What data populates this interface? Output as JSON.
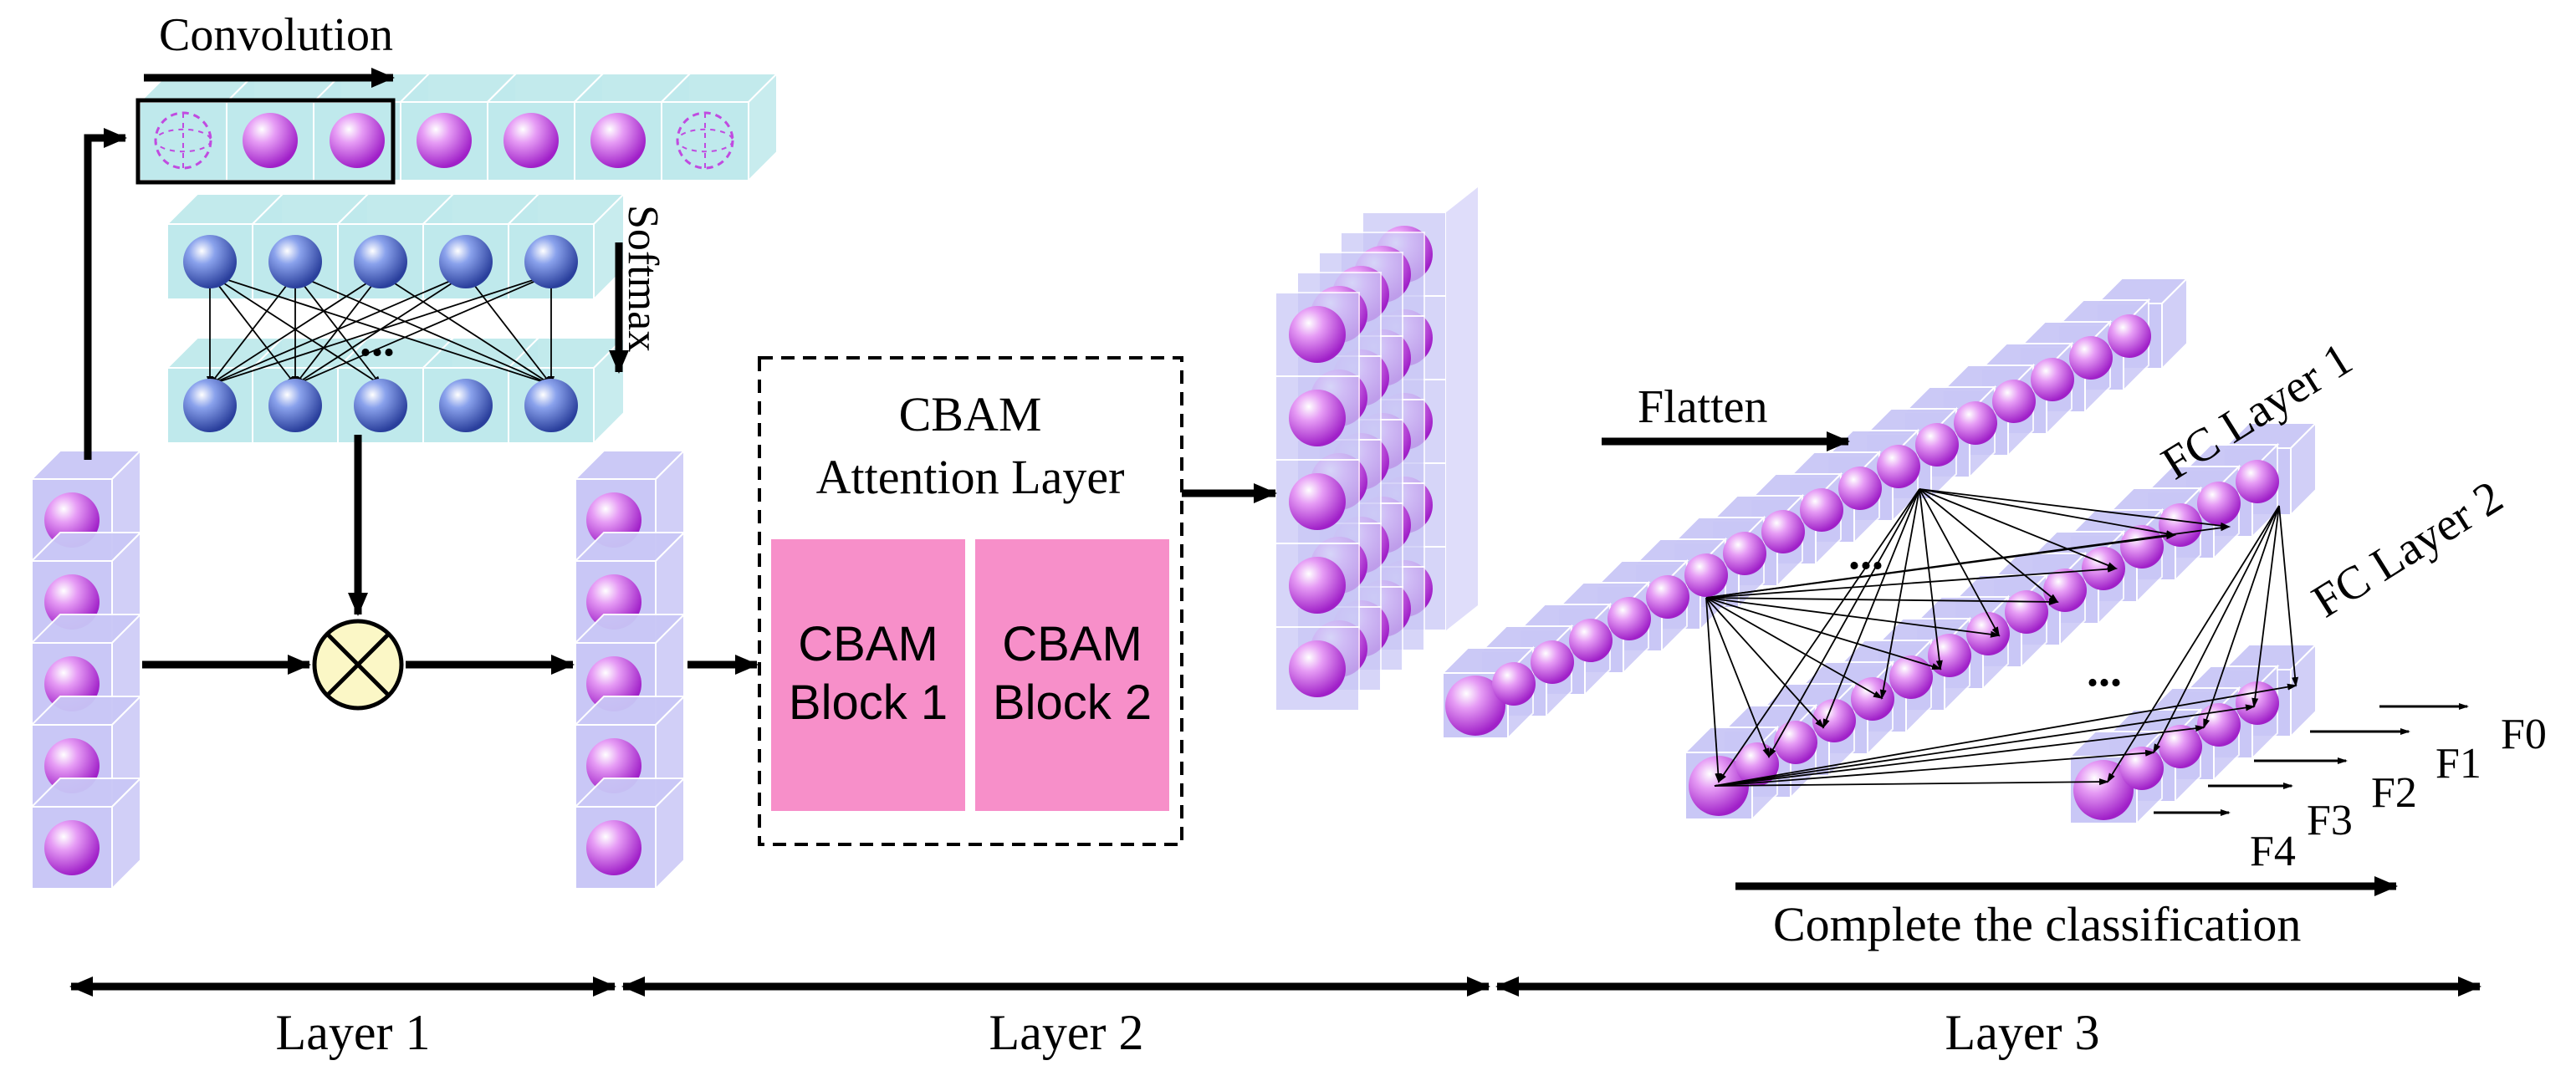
{
  "labels": {
    "convolution": "Convolution",
    "softmax": "Softmax",
    "ellipsis": "...",
    "cbam_title_1": "CBAM",
    "cbam_title_2": "Attention Layer",
    "cbam_block1_line1": "CBAM",
    "cbam_block1_line2": "Block 1",
    "cbam_block2_line1": "CBAM",
    "cbam_block2_line2": "Block 2",
    "flatten": "Flatten",
    "fc_layer_1": "FC Layer 1",
    "fc_layer_2": "FC Layer 2",
    "outputs": [
      "F0",
      "F1",
      "F2",
      "F3",
      "F4"
    ],
    "complete": "Complete the classification",
    "layer1": "Layer 1",
    "layer2": "Layer 2",
    "layer3": "Layer 3"
  },
  "colors": {
    "purple_node": "#c04be0",
    "blue_node": "#3f5bc8",
    "cyan_cell": "#bfe9ec",
    "lavender_cell": "#c9c7f6",
    "cbam_block": "#f78fc9",
    "multiply_fill": "#fbf7c6"
  }
}
